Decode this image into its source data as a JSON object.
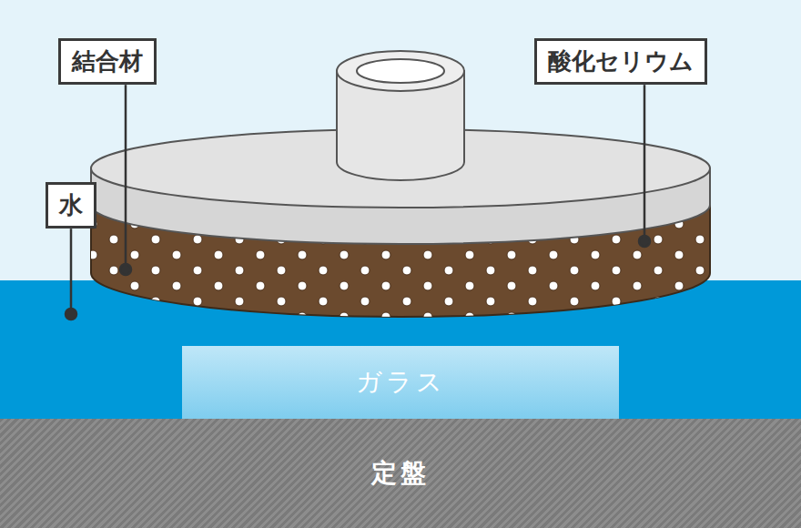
{
  "diagram": {
    "nodes": [
      {
        "text": [
          "結合材"
        ]
      },
      {
        "text": [
          "酸化セリウム"
        ]
      },
      {
        "text": [
          "水"
        ]
      },
      {
        "text": [
          "ガラス"
        ]
      },
      {
        "text": [
          "定盤"
        ]
      }
    ]
  }
}
